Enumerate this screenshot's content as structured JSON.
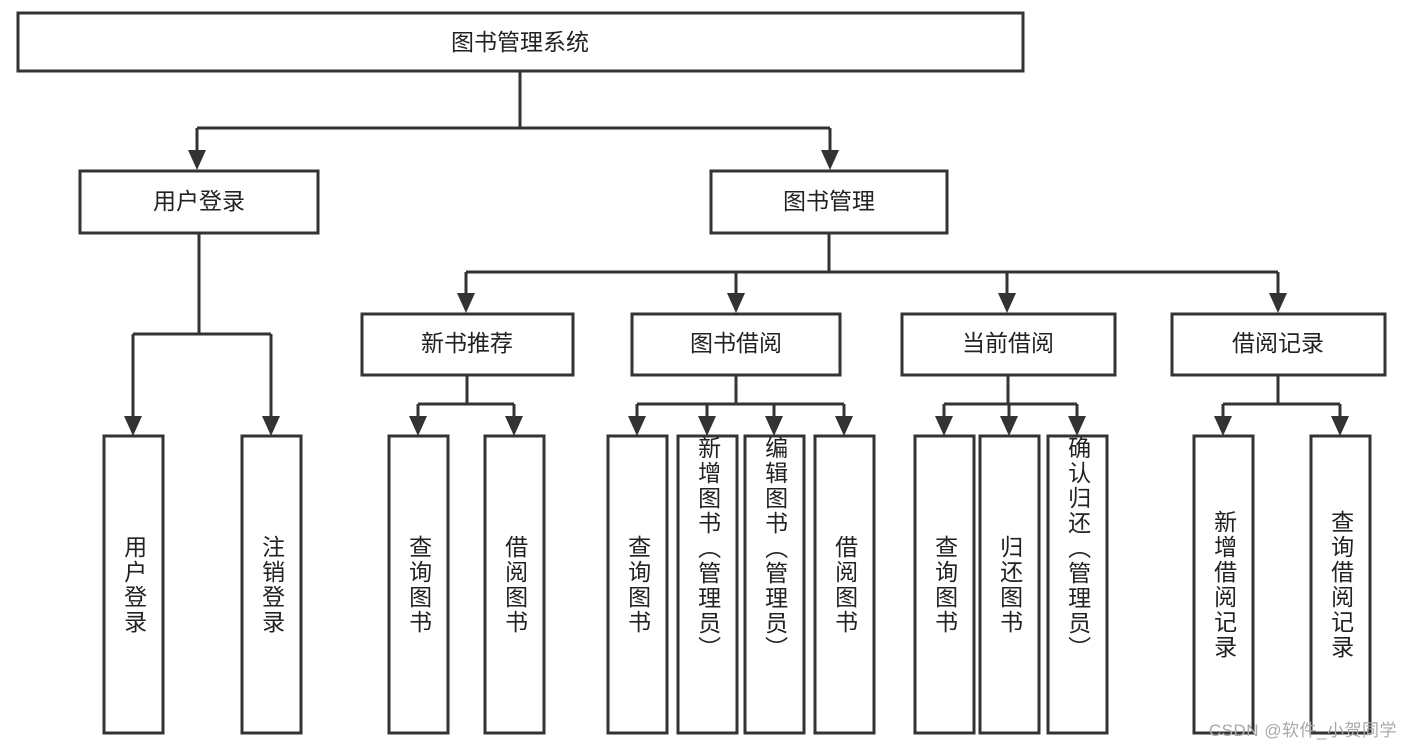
{
  "diagram": {
    "type": "tree-hierarchy",
    "title": "图书管理系统",
    "watermark": "CSDN @软件_小贺同学",
    "colors": {
      "stroke": "#333333",
      "fill": "#ffffff",
      "text": "#222222",
      "watermark": "#a9a9a9",
      "background": "#ffffff"
    },
    "root": {
      "label": "图书管理系统"
    },
    "level2": [
      {
        "label": "用户登录"
      },
      {
        "label": "图书管理"
      }
    ],
    "level3": [
      {
        "label": "新书推荐"
      },
      {
        "label": "图书借阅"
      },
      {
        "label": "当前借阅"
      },
      {
        "label": "借阅记录"
      }
    ],
    "leaves": {
      "user_login": [
        {
          "label": "用户登录"
        },
        {
          "label": "注销登录"
        }
      ],
      "new_book_recommend": [
        {
          "label": "查询图书"
        },
        {
          "label": "借阅图书"
        }
      ],
      "book_borrow": [
        {
          "label": "查询图书"
        },
        {
          "label": "新增图书（管理员）"
        },
        {
          "label": "编辑图书（管理员）"
        },
        {
          "label": "借阅图书"
        }
      ],
      "current_borrow": [
        {
          "label": "查询图书"
        },
        {
          "label": "归还图书"
        },
        {
          "label": "确认归还（管理员）"
        }
      ],
      "borrow_record": [
        {
          "label": "新增借阅记录"
        },
        {
          "label": "查询借阅记录"
        }
      ]
    }
  }
}
